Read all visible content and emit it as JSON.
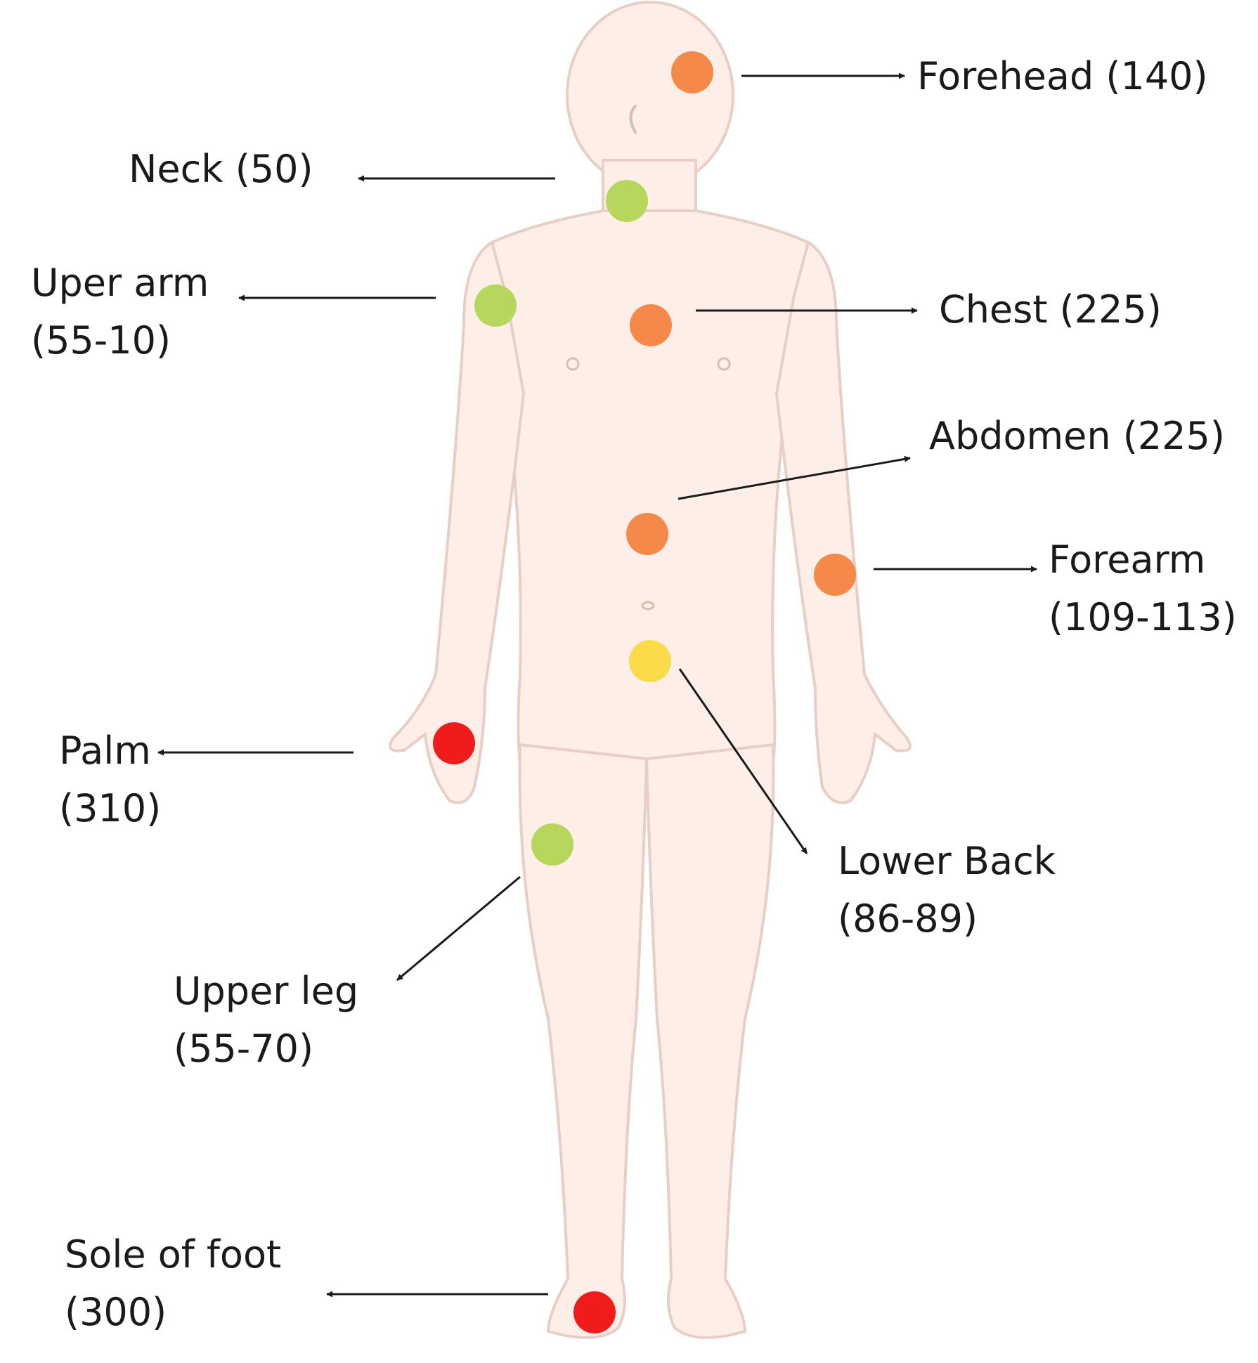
{
  "colors": {
    "skin": "#fdeee8",
    "outline": "#e7cfc6",
    "arrow": "#1a1a1a",
    "red": "#f01c1c",
    "orange": "#f5894a",
    "yellow": "#fadc4a",
    "green": "#b6d65c"
  },
  "sites": [
    {
      "id": "forehead",
      "lines": [
        "Forehead (140)"
      ],
      "marker_color": "orange"
    },
    {
      "id": "neck",
      "lines": [
        "Neck (50)"
      ],
      "marker_color": "green"
    },
    {
      "id": "upper-arm",
      "lines": [
        "Uper arm",
        "(55-10)"
      ],
      "marker_color": "green"
    },
    {
      "id": "chest",
      "lines": [
        "Chest (225)"
      ],
      "marker_color": "orange"
    },
    {
      "id": "abdomen",
      "lines": [
        "Abdomen (225)"
      ],
      "marker_color": "orange"
    },
    {
      "id": "forearm",
      "lines": [
        "Forearm",
        "(109-113)"
      ],
      "marker_color": "orange"
    },
    {
      "id": "palm",
      "lines": [
        "Palm",
        "(310)"
      ],
      "marker_color": "red"
    },
    {
      "id": "lower-back",
      "lines": [
        "Lower Back",
        "(86-89)"
      ],
      "marker_color": "yellow"
    },
    {
      "id": "upper-leg",
      "lines": [
        "Upper leg",
        "(55-70)"
      ],
      "marker_color": "green"
    },
    {
      "id": "sole",
      "lines": [
        "Sole of foot",
        "(300)"
      ],
      "marker_color": "red"
    }
  ]
}
